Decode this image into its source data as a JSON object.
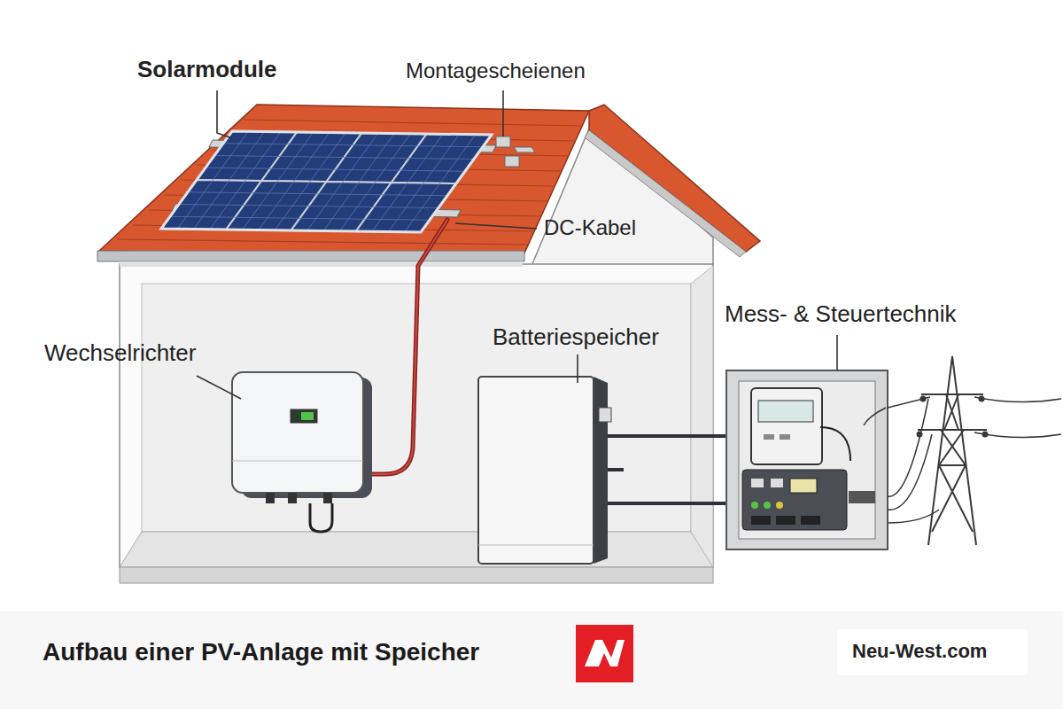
{
  "diagram": {
    "title": "Aufbau einer PV-Anlage mit Speicher",
    "labels": [
      "Solarmodule",
      "Montagescheienen",
      "DC-Kabel",
      "Wechselrichter",
      "Batteriespeicher",
      "Mess- & Steuertechnik",
      "Neu-West.com"
    ]
  }
}
